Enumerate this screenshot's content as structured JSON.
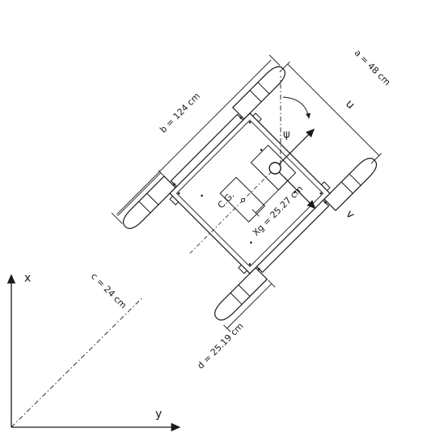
{
  "labels": {
    "dim_b": "b = 124 cm",
    "dim_a": "a = 48 cm",
    "dim_c": "c = 24 cm",
    "dim_d": "d = 25.19 cm",
    "dim_xg": "Xg = 25.27 cm",
    "cg": "C.G.",
    "psi": "ψ",
    "u": "u",
    "v": "v",
    "axis_x": "x",
    "axis_y": "y"
  },
  "colors": {
    "stroke": "#1a1a1a",
    "fill": "#ffffff"
  }
}
